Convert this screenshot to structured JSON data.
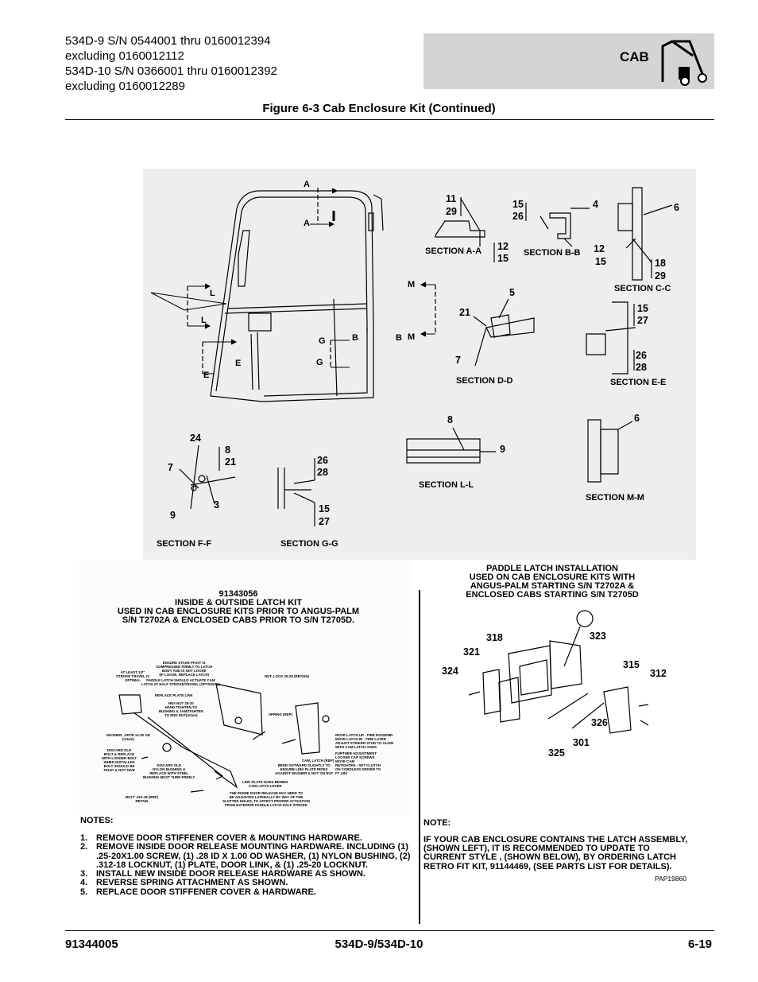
{
  "header": {
    "model_lines": [
      "534D-9 S/N 0544001 thru 0160012394",
      "excluding 0160012112",
      "534D-10 S/N 0366001 thru 0160012392",
      "excluding 0160012289"
    ],
    "section_tab": "CAB",
    "section_icon": "telehandler-cab-icon"
  },
  "figure_title": "Figure 6-3 Cab Enclosure Kit (Continued)",
  "main_drawing": {
    "section_markers": [
      "A",
      "A",
      "L",
      "L",
      "E",
      "E",
      "G",
      "G",
      "B",
      "B",
      "M",
      "M"
    ]
  },
  "sections": {
    "aa": {
      "label": "SECTION A-A",
      "callouts": [
        "11",
        "29",
        "12",
        "15"
      ]
    },
    "bb": {
      "label": "SECTION B-B",
      "callouts": [
        "15",
        "26",
        "4"
      ]
    },
    "cc": {
      "label": "SECTION C-C",
      "callouts": [
        "6",
        "12",
        "15",
        "18",
        "29"
      ]
    },
    "dd": {
      "label": "SECTION D-D",
      "callouts": [
        "5",
        "21",
        "7"
      ]
    },
    "ee": {
      "label": "SECTION E-E",
      "callouts": [
        "15",
        "27",
        "26",
        "28"
      ]
    },
    "ll": {
      "label": "SECTION L-L",
      "callouts": [
        "8",
        "9"
      ]
    },
    "mm": {
      "label": "SECTION M-M",
      "callouts": [
        "6"
      ]
    },
    "ff": {
      "label": "SECTION F-F",
      "callouts": [
        "24",
        "8",
        "21",
        "7",
        "3",
        "9"
      ]
    },
    "gg": {
      "label": "SECTION G-G",
      "callouts": [
        "26",
        "28",
        "15",
        "27"
      ]
    }
  },
  "latch_kit": {
    "caption": [
      "91343056",
      "INSIDE & OUTSIDE LATCH KIT",
      "USED IN CAB ENCLOSURE KITS PRIOR TO ANGUS-PALM",
      "S/N T2702A & ENCLOSED CABS PRIOR TO S/N T2705D."
    ],
    "annotations": [
      "ENSURE STAKE PIVOT IS",
      "COMPRESSED FIRMLY TO LATCH",
      "BODY AND IS NOT LOOSE",
      "(IF LOOSE, REPLACE LATCH)",
      "AT LEAST 1/2\"",
      "STROKE TRAVEL IS",
      "OPTIMAL",
      "PADDLE LATCH SHOULD ACTUATE CAM",
      "LATCH AT HALF STROKE/TRAVEL (OPTIONAL)",
      "NUT, LOCK 25-20 (RETAIN)",
      "REPLACE PLATE LINK",
      "HEX NUT 25-20",
      "HAND TIGHTEN TO",
      "BUSHING & JAM/TIGHTEN",
      "TO END NUT(retain)",
      "SPRING (REP)",
      "WASHER, .28T/D x1.00 OD",
      "(retain)",
      "DISCARD OLD",
      "BOLT & REPLACE",
      "WITH LONGER BOLT",
      "WHEN INSTALLED",
      "BOLT SHOULD BE",
      "TIGHT & NOT DIVE",
      "DISCARD OLD",
      "NYLON BUSHING &",
      "REPLACE WITH STEEL",
      "BUSHING MUST TURN FREELY",
      "MOVE LATCH UP - FIRE DOOR/MR",
      "MOVE LATCH IN - FIRE LATER",
      "ADJUST STRIKER STUD TO ALIGN",
      "WITH CAM LATCH JAWS",
      "FURTHER ADJUSTMENT",
      "LOOSEN CAP SCREWS",
      "MOVE CAM",
      "RETIGHTEN - SET CLUTCH",
      "ON CORDLESS DRIVER TO",
      "FT LBS",
      "CAM, LATCH (REP)",
      "BEND OUTWARD SLIGHTLY TO",
      "ENSURE LINK PLATE RIDES",
      "AGAINST WASHER & NOT ON NUT",
      "LINK PLATE GOES BEHIND",
      "CAM LATCH LEVER",
      "BOLT .312-18 (REP)",
      "RETAIN",
      "THE INSIDE DOOR RELEASE MAY NEED TO",
      "BE ADJUSTED LATERALLY BY WAY OF THE",
      "SLOTTED HOLES, TO AFFECT PROPER ACTUATION",
      "FROM EXTERIOR PADDLE LATCH HALF STROKE"
    ]
  },
  "paddle_latch": {
    "caption": [
      "PADDLE LATCH INSTALLATION",
      "USED ON CAB ENCLOSURE KITS WITH",
      "ANGUS-PALM STARTING S/N T2702A &",
      "ENCLOSED CABS STARTING S/N T2705D"
    ],
    "callouts": [
      "318",
      "323",
      "321",
      "324",
      "315",
      "312",
      "326",
      "301",
      "325"
    ]
  },
  "notes_left": {
    "heading": "NOTES:",
    "items": [
      {
        "num": "1.",
        "text": "REMOVE DOOR STIFFENER COVER & MOUNTING HARDWARE."
      },
      {
        "num": "2.",
        "text": "REMOVE INSIDE DOOR RELEASE MOUNTING HARDWARE. INCLUDING (1) .25-20X1.00 SCREW, (1) .28 ID X 1.00 OD WASHER, (1) NYLON BUSHING, (2) .312-18 LOCKNUT, (1) PLATE, DOOR LINK, & (1) .25-20 LOCKNUT."
      },
      {
        "num": "3.",
        "text": "INSTALL NEW INSIDE DOOR RELEASE HARDWARE AS SHOWN."
      },
      {
        "num": "4.",
        "text": "REVERSE SPRING ATTACHMENT AS SHOWN."
      },
      {
        "num": "5.",
        "text": "REPLACE DOOR STIFFENER COVER & HARDWARE."
      }
    ]
  },
  "note_right": {
    "heading": "NOTE:",
    "text": "IF YOUR CAB ENCLOSURE CONTAINS THE LATCH ASSEMBLY, (SHOWN LEFT), IT IS RECOMMENDED TO UPDATE TO CURRENT STYLE , (SHOWN BELOW), BY ORDERING LATCH RETRO FIT KIT, 91144469, (SEE PARTS LIST FOR DETAILS).",
    "ref_code": "PAP19860"
  },
  "footer": {
    "left": "91344005",
    "center": "534D-9/534D-10",
    "right": "6-19"
  }
}
